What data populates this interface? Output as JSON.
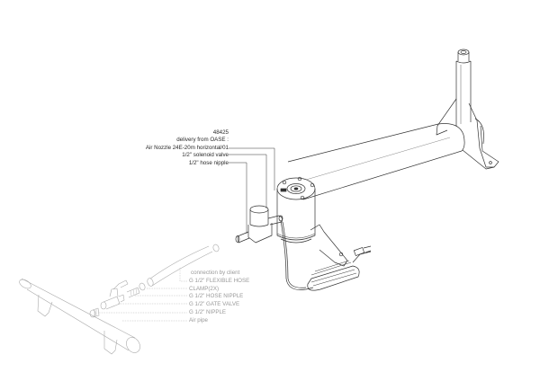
{
  "diagram": {
    "top_labels": {
      "part_number": "48425",
      "delivery": "delivery from OASE :",
      "nozzle": "Air Nozzle 24E-20m horizontal/01",
      "solenoid": "1/2\" solenoid valve",
      "hose_nipple": "1/2\" hose nipple"
    },
    "client_labels": {
      "connection": "connection by client",
      "flexible_hose": "G 1/2\" FLEXIBLE HOSE",
      "clamp": "CLAMP(2X)",
      "hose_nipple": "G 1/2\" HOSE NIPPLE",
      "gate_valve": "G 1/2\" GATE VALVE",
      "nipple": "G 1/2\" NIPPLE",
      "air_pipe": "Air pipe"
    },
    "colors": {
      "oase_parts": "#333333",
      "client_parts": "#aaaaaa",
      "background": "#ffffff"
    }
  }
}
